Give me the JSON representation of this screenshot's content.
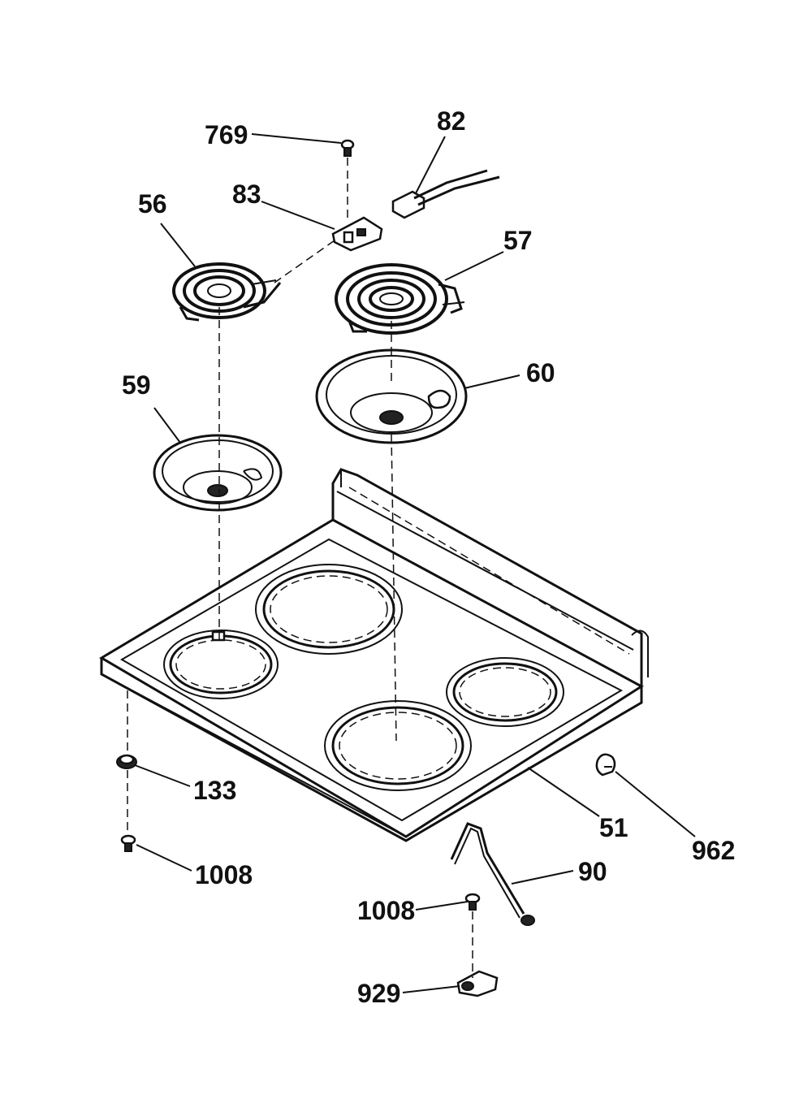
{
  "diagram": {
    "labels": {
      "p769": "769",
      "p82": "82",
      "p83": "83",
      "p56": "56",
      "p57": "57",
      "p59": "59",
      "p60": "60",
      "p133": "133",
      "p1008a": "1008",
      "p51": "51",
      "p962": "962",
      "p90": "90",
      "p1008b": "1008",
      "p929": "929"
    }
  }
}
